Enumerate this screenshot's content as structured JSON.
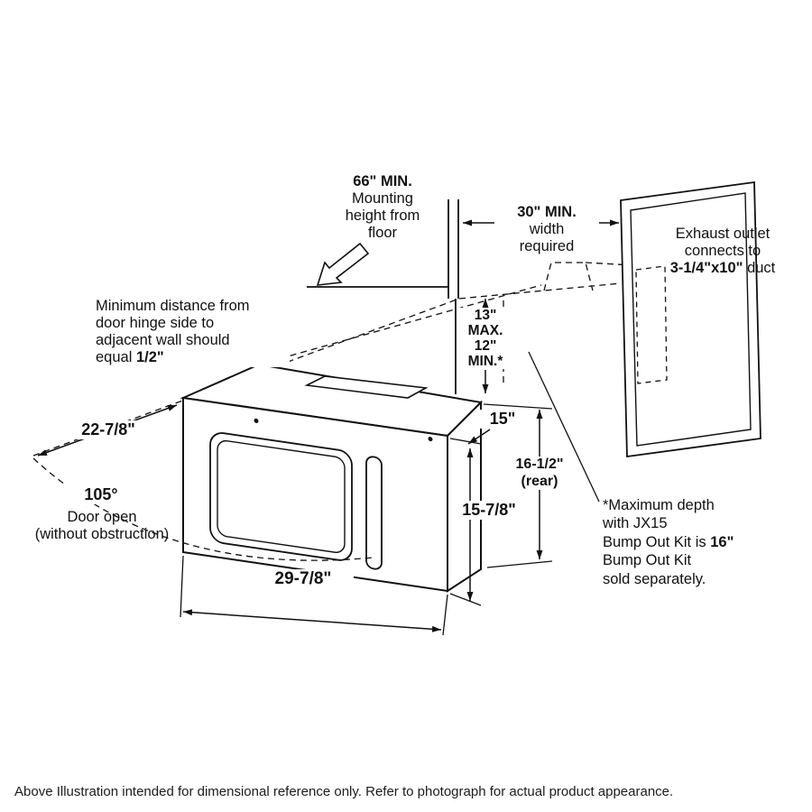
{
  "footer": {
    "text": "Above Illustration intended for dimensional reference only. Refer to photograph for actual product appearance."
  },
  "labels": {
    "mounting_height": {
      "dim": "66\" MIN.",
      "l2": "Mounting",
      "l3": "height from",
      "l4": "floor"
    },
    "width_required": {
      "dim": "30\" MIN.",
      "l2": "width",
      "l3": "required"
    },
    "exhaust_outlet": {
      "l1": "Exhaust outlet",
      "l2": "connects to",
      "duct": "3-1/4\"x10\"",
      "l3b": " duct"
    },
    "hinge_clearance": {
      "l1": "Minimum distance from",
      "l2": "door hinge side to",
      "l3": "adjacent wall should",
      "l4a": "equal ",
      "dim": "1/2\""
    },
    "depth_range": {
      "max": "13\"",
      "max_lbl": "MAX.",
      "min": "12\"",
      "min_lbl": "MIN.*"
    },
    "door_diagonal": {
      "dim": "22-7/8\""
    },
    "door_open": {
      "angle": "105°",
      "l1": "Door open",
      "l2": "(without obstruction)"
    },
    "top_depth": {
      "dim": "15\""
    },
    "rear_height": {
      "dim": "16-1/2\"",
      "qual": "(rear)"
    },
    "front_height": {
      "dim": "15-7/8\""
    },
    "unit_width": {
      "dim": "29-7/8\""
    },
    "bump_out": {
      "l1": "*Maximum depth",
      "l2": "with JX15",
      "l3a": "Bump Out Kit is ",
      "dim": "16\"",
      "l4": "Bump Out Kit",
      "l5": "sold separately."
    }
  }
}
